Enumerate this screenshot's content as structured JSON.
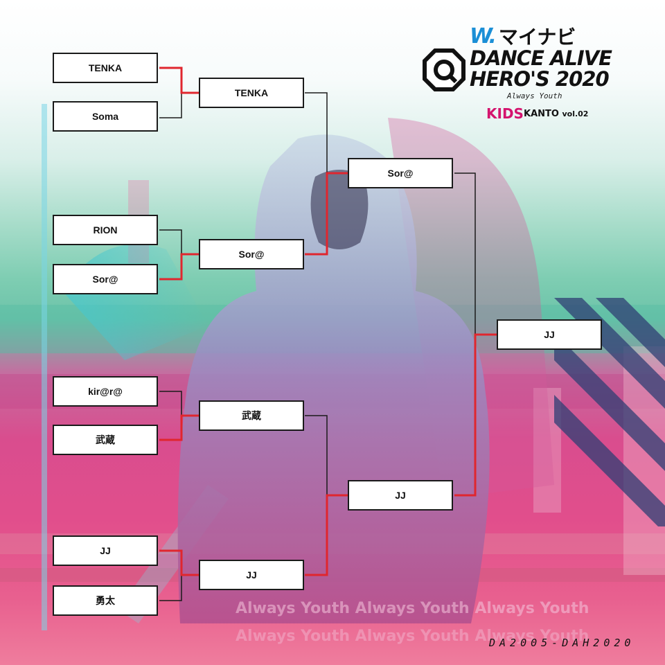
{
  "event": {
    "sponsor_mark": "W.",
    "sponsor": "マイナビ",
    "title_line1": "DANCE ALIVE",
    "title_line2": "HERO'S 2020",
    "tagline": "Always Youth",
    "category": "KIDS",
    "region": "KANTO",
    "volume": "vol.02"
  },
  "watermark": "Always Youth Always Youth Always Youth",
  "code": "DA2005-DAH2020",
  "colors": {
    "advance_line": "#e0262e",
    "eliminated_line": "#1a1a1a",
    "box_border": "#1a1a1a",
    "kids_accent": "#d4146e",
    "sponsor_blue": "#1b8fd6"
  },
  "bracket": {
    "round1": [
      "TENKA",
      "Soma",
      "RION",
      "Sor@",
      "kir@r@",
      "武蔵",
      "JJ",
      "勇太"
    ],
    "round2": [
      "TENKA",
      "Sor@",
      "武蔵",
      "JJ"
    ],
    "semifinal": [
      "Sor@",
      "JJ"
    ],
    "champion": "JJ"
  }
}
